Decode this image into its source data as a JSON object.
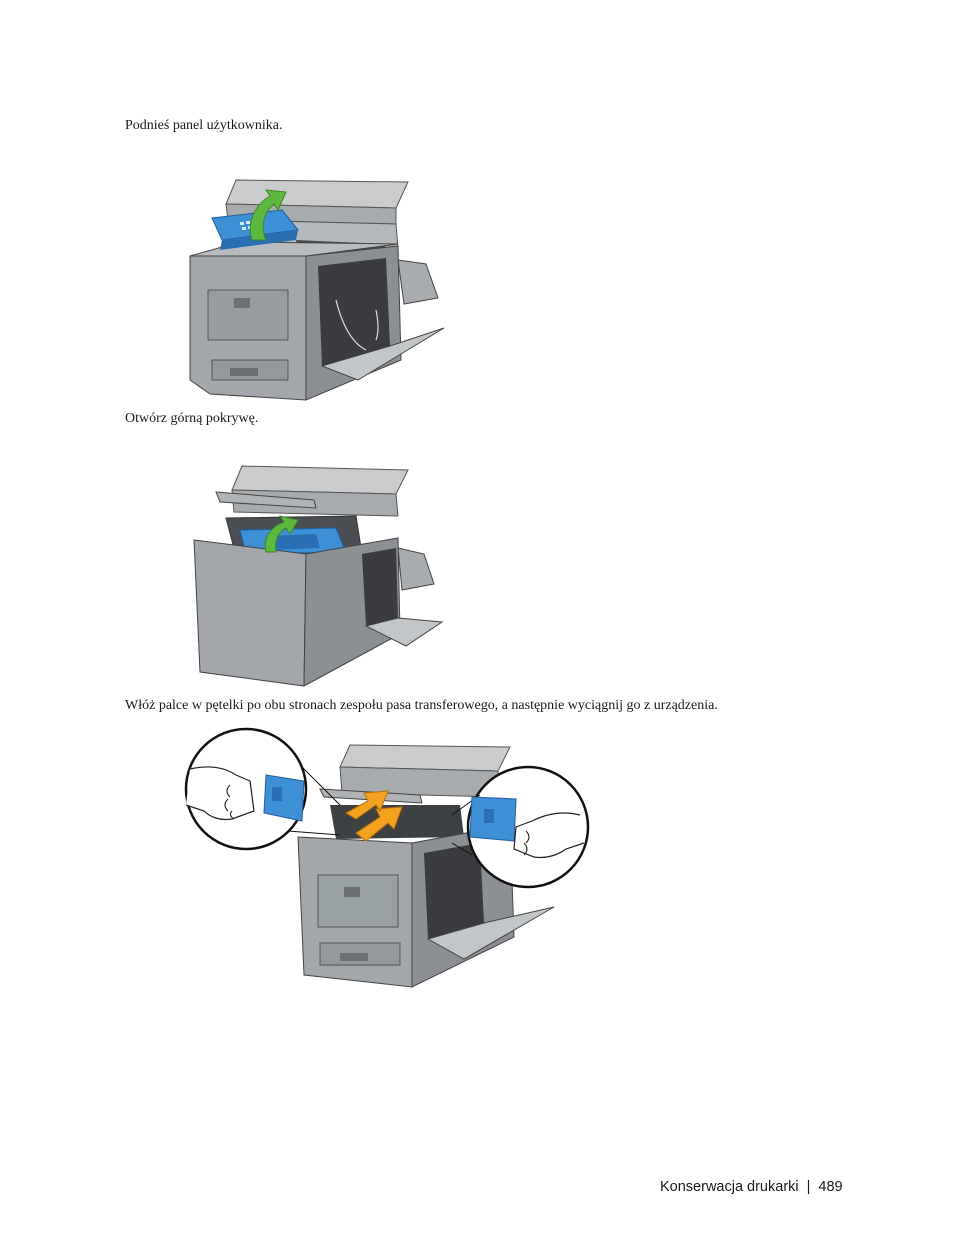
{
  "steps": [
    {
      "text": "Podnieś panel użytkownika."
    },
    {
      "text": "Otwórz górną pokrywę."
    },
    {
      "text": "Włóż palce w pętelki po obu stronach zespołu pasa transferowego, a następnie wyciągnij go z urządzenia."
    }
  ],
  "footer": {
    "section": "Konserwacja drukarki",
    "separator": "|",
    "page_number": "489"
  },
  "colors": {
    "highlight_part": "#3d8fd6",
    "arrow_green": "#5cb83e",
    "arrow_orange": "#f4a21e",
    "printer_body": "#9a9da1"
  }
}
